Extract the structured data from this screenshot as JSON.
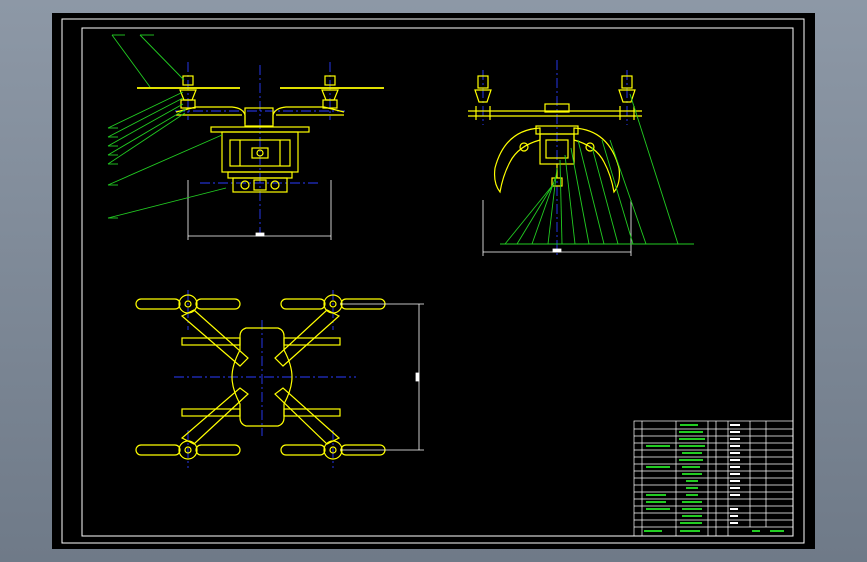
{
  "colors": {
    "background": "#000000",
    "frame": "#ffffff",
    "body": "#ffff00",
    "centerline": "#2a3cff",
    "leader": "#22cc22",
    "dimension": "#ffffff",
    "table_text": "#22cc22"
  },
  "drawing": {
    "views": [
      "front-view",
      "side-view",
      "top-view"
    ]
  }
}
